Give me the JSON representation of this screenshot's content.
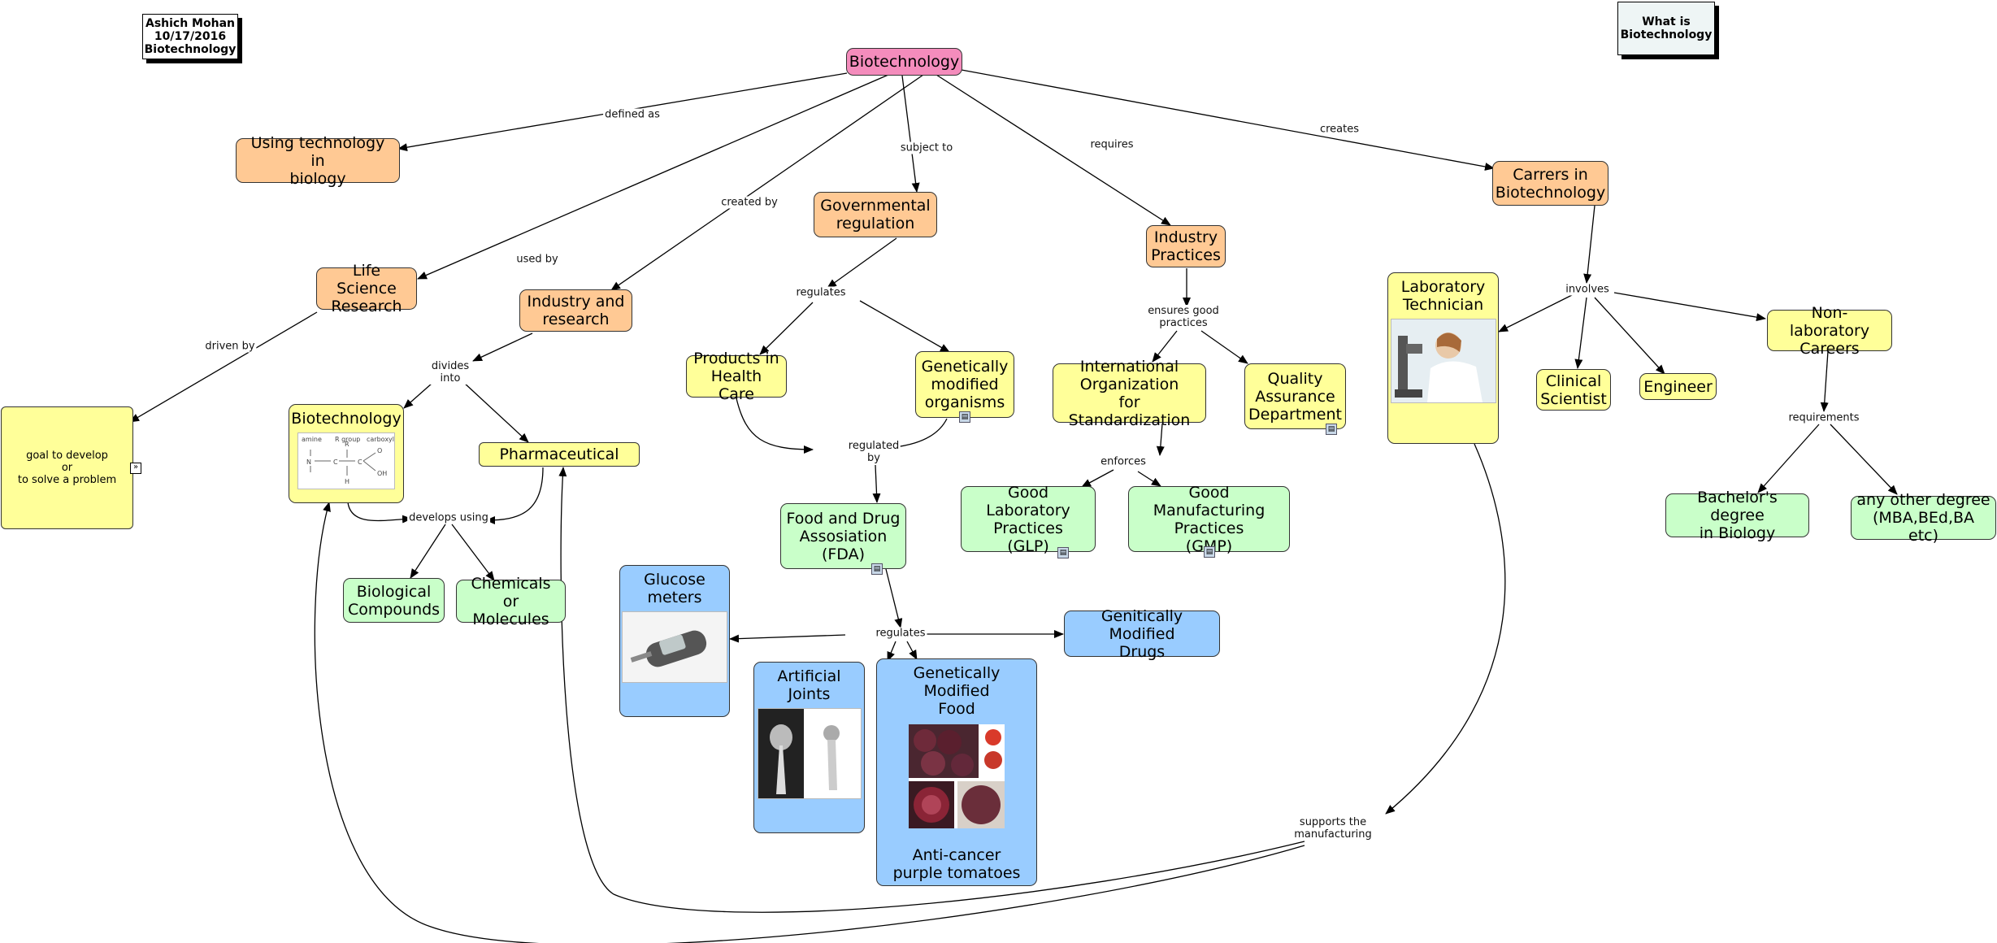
{
  "author_note": {
    "line1": "Ashich Mohan",
    "line2": "10/17/2016",
    "line3": "Biotechnology"
  },
  "title_note": {
    "line1": "What is",
    "line2": "Biotechnology"
  },
  "colors": {
    "root": "#f48cbc",
    "category": "#ffc994",
    "concept": "#ffff99",
    "detail": "#c9ffc9",
    "product": "#99ccff",
    "line": "#000000"
  },
  "nodes": {
    "biotechnology": "Biotechnology",
    "using_technology": [
      "Using technology in",
      "biology"
    ],
    "life_science_research": [
      "Life Science",
      "Research"
    ],
    "industry_and_research": [
      "Industry and",
      "research"
    ],
    "governmental_regulation": [
      "Governmental",
      "regulation"
    ],
    "industry_practices": [
      "Industry",
      "Practices"
    ],
    "carrers": [
      "Carrers in",
      "Biotechnology"
    ],
    "goal": [
      "goal to develop",
      "or",
      "to solve a problem"
    ],
    "biotech_sub": "Biotechnology",
    "pharmaceutical": "Pharmaceutical",
    "biological_compounds": [
      "Biological",
      "Compounds"
    ],
    "chemicals": [
      "Chemicals or",
      "Molecules"
    ],
    "products_health_care": [
      "Products in",
      "Health Care"
    ],
    "gmo": [
      "Genetically",
      "modified",
      "organisms"
    ],
    "fda": [
      "Food and Drug",
      "Assosiation",
      "(FDA)"
    ],
    "iso": [
      "International",
      "Organization",
      "for Standardization"
    ],
    "qad": [
      "Quality",
      "Assurance",
      "Department"
    ],
    "glp": [
      "Good Laboratory",
      "Practices",
      "(GLP)"
    ],
    "gmp": [
      "Good Manufacturing",
      "Practices",
      "(GMP)"
    ],
    "glucose": [
      "Glucose",
      "meters"
    ],
    "artificial_joints": [
      "Artificial",
      "Joints"
    ],
    "gm_food": [
      "Genetically Modified",
      "Food"
    ],
    "gm_food_caption": [
      "Anti-cancer",
      "purple tomatoes"
    ],
    "gm_drugs": [
      "Genitically Modified",
      "Drugs"
    ],
    "lab_tech": [
      "Laboratory",
      "Technician"
    ],
    "clinical": [
      "Clinical",
      "Scientist"
    ],
    "engineer": "Engineer",
    "non_lab": [
      "Non-laboratory",
      "Careers"
    ],
    "bachelors": [
      "Bachelor's degree",
      "in Biology"
    ],
    "other_degree": [
      "any other degree",
      "(MBA,BEd,BA etc)"
    ]
  },
  "links": {
    "defined_as": "defined as",
    "used_by": "used by",
    "created_by": "created by",
    "subject_to": "subject to",
    "requires": "requires",
    "creates": "creates",
    "driven_by": "driven by",
    "divides_into": [
      "divides",
      "into"
    ],
    "regulates_1": "regulates",
    "ensures": [
      "ensures good",
      "practices"
    ],
    "involves": "involves",
    "develops_using": "develops using",
    "regulated_by": [
      "regulated",
      "by"
    ],
    "enforces": "enforces",
    "requirements": "requirements",
    "regulates_2": "regulates",
    "supports": [
      "supports the",
      "manufacturing"
    ]
  },
  "icons": [
    "document-icon",
    "expand-icon",
    "molecule-structure-image",
    "lab-technician-photo",
    "glucose-meter-photo",
    "hip-implant-xray-image",
    "purple-tomato-photo"
  ]
}
